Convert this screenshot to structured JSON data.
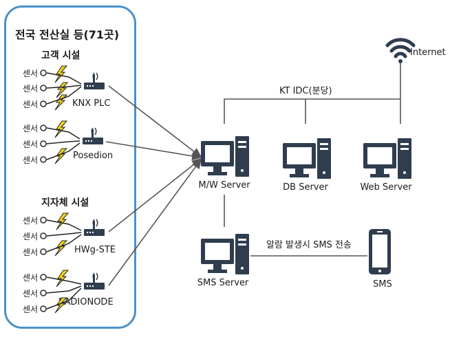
{
  "group": {
    "title": "전국 전산실 등(71곳)"
  },
  "sections": [
    {
      "title": "고객 시설"
    },
    {
      "title": "지자체 시설"
    }
  ],
  "sensor_label": "센서",
  "gateways": [
    {
      "label": "KNX PLC"
    },
    {
      "label": "Posedion"
    },
    {
      "label": "HWg-STE"
    },
    {
      "label": "RADIONODE"
    }
  ],
  "servers": [
    {
      "label": "M/W Server"
    },
    {
      "label": "DB Server"
    },
    {
      "label": "Web Server"
    },
    {
      "label": "SMS Server"
    }
  ],
  "idc_label": "KT IDC(분당)",
  "internet_label": "Internet",
  "sms_link_label": "알람 발생시 SMS 전송",
  "sms_device_label": "SMS",
  "colors": {
    "border": "#4a90c8",
    "icon": "#2f3d4e",
    "bolt": "#f2d21b"
  }
}
